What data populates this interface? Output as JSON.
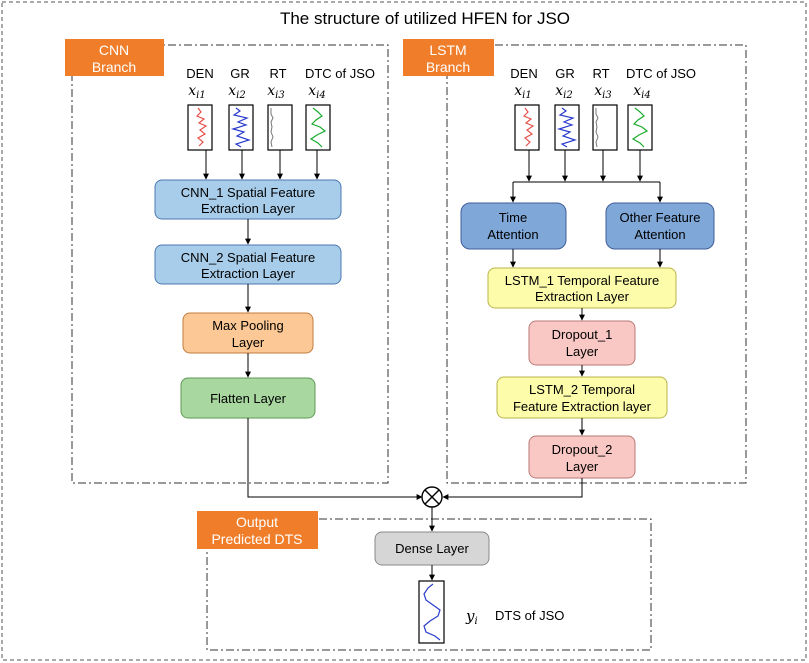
{
  "title": "The structure of utilized HFEN for JSO",
  "colors": {
    "orange_tag": "#f07d2a",
    "blue_box": "#a8cdea",
    "dark_blue_box": "#7fa7d8",
    "peach_box": "#fbc896",
    "green_box": "#a8d8a0",
    "yellow_box": "#fdfcab",
    "pink_box": "#f9c8c4",
    "gray_box": "#d6d6d6",
    "den_curve": "#e8504a",
    "gr_curve": "#2a3ccc",
    "rt_curve": "#777777",
    "dtc_curve": "#1aab2e",
    "dts_curve": "#2a3ccc"
  },
  "cnn": {
    "tag": [
      "CNN",
      "Branch"
    ],
    "inputs": [
      {
        "label": "DEN",
        "var": "x",
        "sub": "i1"
      },
      {
        "label": "GR",
        "var": "x",
        "sub": "i2"
      },
      {
        "label": "RT",
        "var": "x",
        "sub": "i3"
      },
      {
        "label": "DTC of JSO",
        "var": "x",
        "sub": "i4"
      }
    ],
    "layers": [
      [
        "CNN_1 Spatial Feature",
        "Extraction  Layer"
      ],
      [
        "CNN_2 Spatial Feature",
        "Extraction Layer"
      ],
      [
        "Max Pooling",
        "Layer"
      ],
      [
        "Flatten Layer"
      ]
    ]
  },
  "lstm": {
    "tag": [
      "LSTM",
      "Branch"
    ],
    "inputs": [
      {
        "label": "DEN",
        "var": "x",
        "sub": "i1"
      },
      {
        "label": "GR",
        "var": "x",
        "sub": "i2"
      },
      {
        "label": "RT",
        "var": "x",
        "sub": "i3"
      },
      {
        "label": "DTC of JSO",
        "var": "x",
        "sub": "i4"
      }
    ],
    "time_attention": [
      "Time",
      "Attention"
    ],
    "other_attention": [
      "Other Feature",
      "Attention"
    ],
    "layers": [
      [
        "LSTM_1 Temporal Feature",
        "Extraction  Layer"
      ],
      [
        "Dropout_1",
        "Layer"
      ],
      [
        "LSTM_2 Temporal",
        "Feature Extraction layer"
      ],
      [
        "Dropout_2",
        "Layer"
      ]
    ]
  },
  "output": {
    "tag": [
      "Output",
      "Predicted DTS"
    ],
    "dense": "Dense Layer",
    "y_var": "y",
    "y_sub": "i",
    "y_label": "DTS of JSO"
  }
}
